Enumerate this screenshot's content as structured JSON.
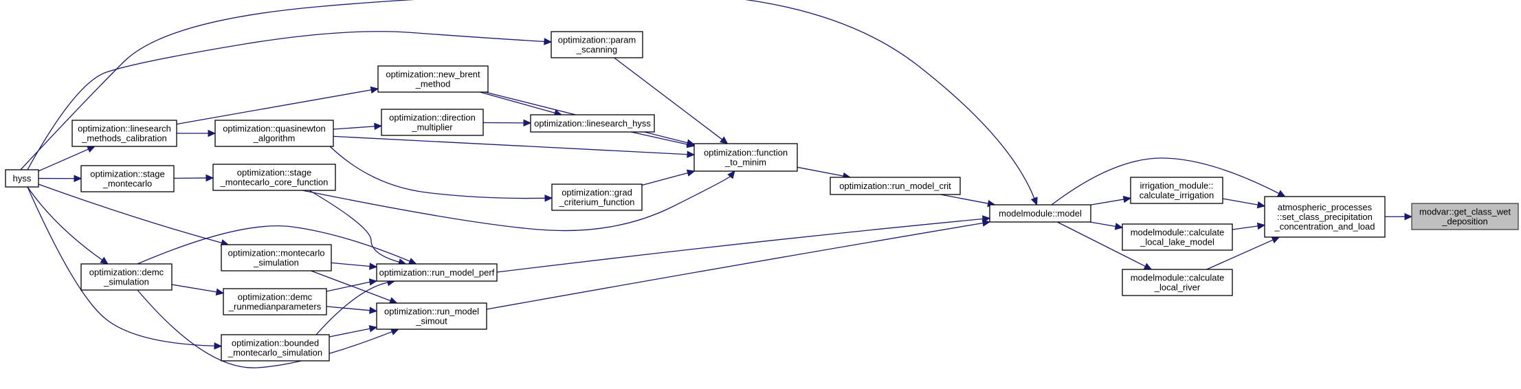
{
  "graph": {
    "nodes": [
      {
        "id": "get_class_wet_deposition",
        "lines": [
          "modvar::get_class_wet",
          "_deposition"
        ],
        "root": true
      },
      {
        "id": "set_class_precipitation",
        "lines": [
          "atmospheric_processes",
          "::set_class_precipitation",
          "_concentration_and_load"
        ]
      },
      {
        "id": "calculate_irrigation",
        "lines": [
          "irrigation_module::",
          "calculate_irrigation"
        ]
      },
      {
        "id": "calculate_local_lake_model",
        "lines": [
          "modelmodule::calculate",
          "_local_lake_model"
        ]
      },
      {
        "id": "calculate_local_river",
        "lines": [
          "modelmodule::calculate",
          "_local_river"
        ]
      },
      {
        "id": "model",
        "lines": [
          "modelmodule::model"
        ]
      },
      {
        "id": "run_model_crit",
        "lines": [
          "optimization::run_model_crit"
        ]
      },
      {
        "id": "function_to_minim",
        "lines": [
          "optimization::function",
          "_to_minim"
        ]
      },
      {
        "id": "param_scanning",
        "lines": [
          "optimization::param",
          "_scanning"
        ]
      },
      {
        "id": "new_brent_method",
        "lines": [
          "optimization::new_brent",
          "_method"
        ]
      },
      {
        "id": "direction_multiplier",
        "lines": [
          "optimization::direction",
          "_multiplier"
        ]
      },
      {
        "id": "linesearch_hyss",
        "lines": [
          "optimization::linesearch_hyss"
        ]
      },
      {
        "id": "quasinewton_algorithm",
        "lines": [
          "optimization::quasinewton",
          "_algorithm"
        ]
      },
      {
        "id": "linesearch_methods_calibration",
        "lines": [
          "optimization::linesearch",
          "_methods_calibration"
        ]
      },
      {
        "id": "stage_montecarlo",
        "lines": [
          "optimization::stage",
          "_montecarlo"
        ]
      },
      {
        "id": "stage_montecarlo_core_function",
        "lines": [
          "optimization::stage",
          "_montecarlo_core_function"
        ]
      },
      {
        "id": "grad_criterium_function",
        "lines": [
          "optimization::grad",
          "_criterium_function"
        ]
      },
      {
        "id": "run_model_perf",
        "lines": [
          "optimization::run_model_perf"
        ]
      },
      {
        "id": "run_model_simout",
        "lines": [
          "optimization::run_model",
          "_simout"
        ]
      },
      {
        "id": "montecarlo_simulation",
        "lines": [
          "optimization::montecarlo",
          "_simulation"
        ]
      },
      {
        "id": "demc_runmedianparameters",
        "lines": [
          "optimization::demc",
          "_runmedianparameters"
        ]
      },
      {
        "id": "bounded_montecarlo_simulation",
        "lines": [
          "optimization::bounded",
          "_montecarlo_simulation"
        ]
      },
      {
        "id": "demc_simulation",
        "lines": [
          "optimization::demc",
          "_simulation"
        ]
      },
      {
        "id": "hyss",
        "lines": [
          "hyss"
        ]
      }
    ],
    "edges": [
      {
        "from": "set_class_precipitation",
        "to": "get_class_wet_deposition"
      },
      {
        "from": "calculate_irrigation",
        "to": "set_class_precipitation"
      },
      {
        "from": "calculate_local_lake_model",
        "to": "set_class_precipitation"
      },
      {
        "from": "calculate_local_river",
        "to": "set_class_precipitation"
      },
      {
        "from": "model",
        "to": "set_class_precipitation"
      },
      {
        "from": "model",
        "to": "calculate_irrigation"
      },
      {
        "from": "model",
        "to": "calculate_local_lake_model"
      },
      {
        "from": "model",
        "to": "calculate_local_river"
      },
      {
        "from": "run_model_crit",
        "to": "model"
      },
      {
        "from": "run_model_perf",
        "to": "model"
      },
      {
        "from": "run_model_simout",
        "to": "model"
      },
      {
        "from": "hyss",
        "to": "model"
      },
      {
        "from": "function_to_minim",
        "to": "run_model_crit"
      },
      {
        "from": "param_scanning",
        "to": "function_to_minim"
      },
      {
        "from": "new_brent_method",
        "to": "function_to_minim"
      },
      {
        "from": "linesearch_hyss",
        "to": "function_to_minim"
      },
      {
        "from": "quasinewton_algorithm",
        "to": "function_to_minim"
      },
      {
        "from": "grad_criterium_function",
        "to": "function_to_minim"
      },
      {
        "from": "stage_montecarlo_core_function",
        "to": "function_to_minim"
      },
      {
        "from": "new_brent_method",
        "to": "linesearch_hyss"
      },
      {
        "from": "direction_multiplier",
        "to": "linesearch_hyss"
      },
      {
        "from": "quasinewton_algorithm",
        "to": "direction_multiplier"
      },
      {
        "from": "quasinewton_algorithm",
        "to": "grad_criterium_function"
      },
      {
        "from": "linesearch_methods_calibration",
        "to": "new_brent_method"
      },
      {
        "from": "linesearch_methods_calibration",
        "to": "quasinewton_algorithm"
      },
      {
        "from": "hyss",
        "to": "param_scanning"
      },
      {
        "from": "hyss",
        "to": "linesearch_methods_calibration"
      },
      {
        "from": "hyss",
        "to": "stage_montecarlo"
      },
      {
        "from": "hyss",
        "to": "demc_simulation"
      },
      {
        "from": "hyss",
        "to": "montecarlo_simulation"
      },
      {
        "from": "hyss",
        "to": "bounded_montecarlo_simulation"
      },
      {
        "from": "stage_montecarlo",
        "to": "stage_montecarlo_core_function"
      },
      {
        "from": "stage_montecarlo_core_function",
        "to": "run_model_perf"
      },
      {
        "from": "montecarlo_simulation",
        "to": "run_model_perf"
      },
      {
        "from": "montecarlo_simulation",
        "to": "run_model_simout"
      },
      {
        "from": "demc_simulation",
        "to": "run_model_perf"
      },
      {
        "from": "demc_simulation",
        "to": "demc_runmedianparameters"
      },
      {
        "from": "demc_simulation",
        "to": "run_model_simout"
      },
      {
        "from": "demc_runmedianparameters",
        "to": "run_model_perf"
      },
      {
        "from": "demc_runmedianparameters",
        "to": "run_model_simout"
      },
      {
        "from": "bounded_montecarlo_simulation",
        "to": "run_model_perf"
      },
      {
        "from": "bounded_montecarlo_simulation",
        "to": "run_model_simout"
      }
    ]
  },
  "colors": {
    "edge": "#191970",
    "node_border": "#000000",
    "root_fill": "#bfbfbf",
    "root_border": "#404040",
    "background": "#ffffff"
  }
}
